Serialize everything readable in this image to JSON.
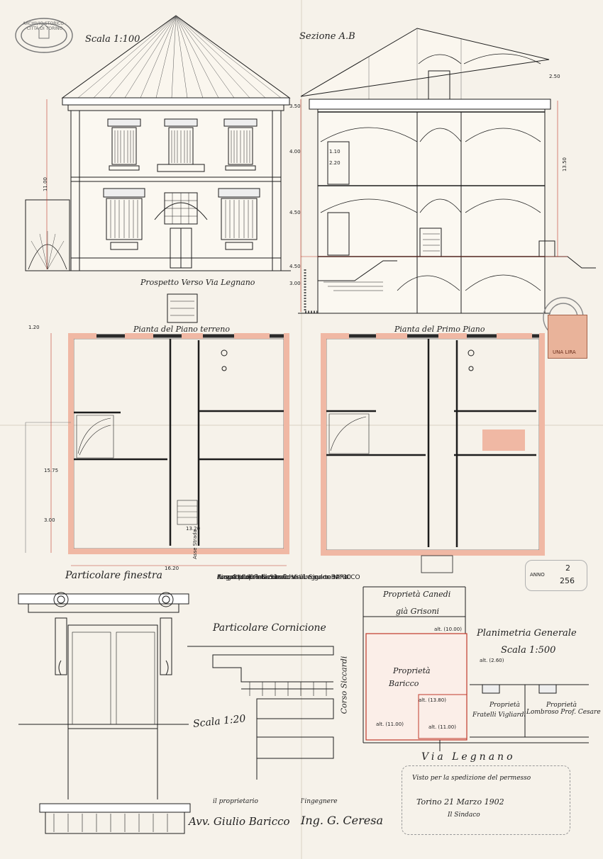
{
  "elevation": {
    "scale": "Scala 1:100",
    "title": "Prospetto Verso Via Legnano",
    "height_dim": "11.00"
  },
  "section": {
    "title": "Sezione A.B",
    "dims": [
      "3.50",
      "4.00",
      "4.50",
      "4.50",
      "3.00",
      "2.50"
    ],
    "total": "13.50",
    "door": "2.20",
    "sill": "1.10"
  },
  "ground_floor": {
    "title": "Pianta del Piano terreno",
    "dims": {
      "top": "1.20",
      "width": "15.75",
      "stair": "3.00",
      "overall": "16.20",
      "bottom": "13.20",
      "axis": "Asse Strada"
    }
  },
  "first_floor": {
    "title": "Pianta del Primo Piano"
  },
  "window_detail": {
    "title": "Particolare finestra"
  },
  "cornice_detail": {
    "title": "Particolare Cornicione",
    "scale": "Scala 1:20"
  },
  "description": [
    "Progetto di Palazzina che Ill. Signor BARICCO",
    "Avv. GIULIO intende Costruire sul terreno",
    "di sua proprietà Sito in Via Legnano N° 30",
    "Angolo Corso Siccardi."
  ],
  "site_plan": {
    "title": "Planimetria Generale",
    "scale": "Scala 1:500",
    "neighbor_top": "Proprietà Canedi",
    "neighbor_top2": "già Grisoni",
    "owner": "Proprietà",
    "owner2": "Baricco",
    "neighbor_right1": [
      "Proprietà",
      "Fratelli Vigliardi"
    ],
    "neighbor_right2": [
      "Proprietà",
      "Lombroso Prof. Cesare"
    ],
    "street_left": "Corso Siccardi",
    "street_bottom": "Via Legnano",
    "heights": [
      "alt. (10.00)",
      "alt. (2.60)",
      "alt. (13.80)",
      "alt. (11.00)",
      "alt. (11.00)"
    ]
  },
  "signatures": {
    "owner_label": "il proprietario",
    "engineer_label": "l'ingegnere",
    "owner_sig": "Avv. Giulio Baricco",
    "engineer_sig": "Ing. G. Ceresa"
  },
  "approval": {
    "line1": "Visto per la spedizione del permesso",
    "line2": "Torino 21 Marzo 1902",
    "line3": "Il Sindaco"
  },
  "stamps": {
    "archive": "ARCHIVIO STORICO · CITTÀ DI TORINO",
    "revenue": "UNA LIRA",
    "archive_box": [
      "ANNO",
      "2",
      "256"
    ]
  },
  "colors": {
    "ink": "#1d1d1d",
    "wash": "#e8a58f",
    "red_dim": "#c0392b",
    "paper": "#f6f2ea"
  }
}
